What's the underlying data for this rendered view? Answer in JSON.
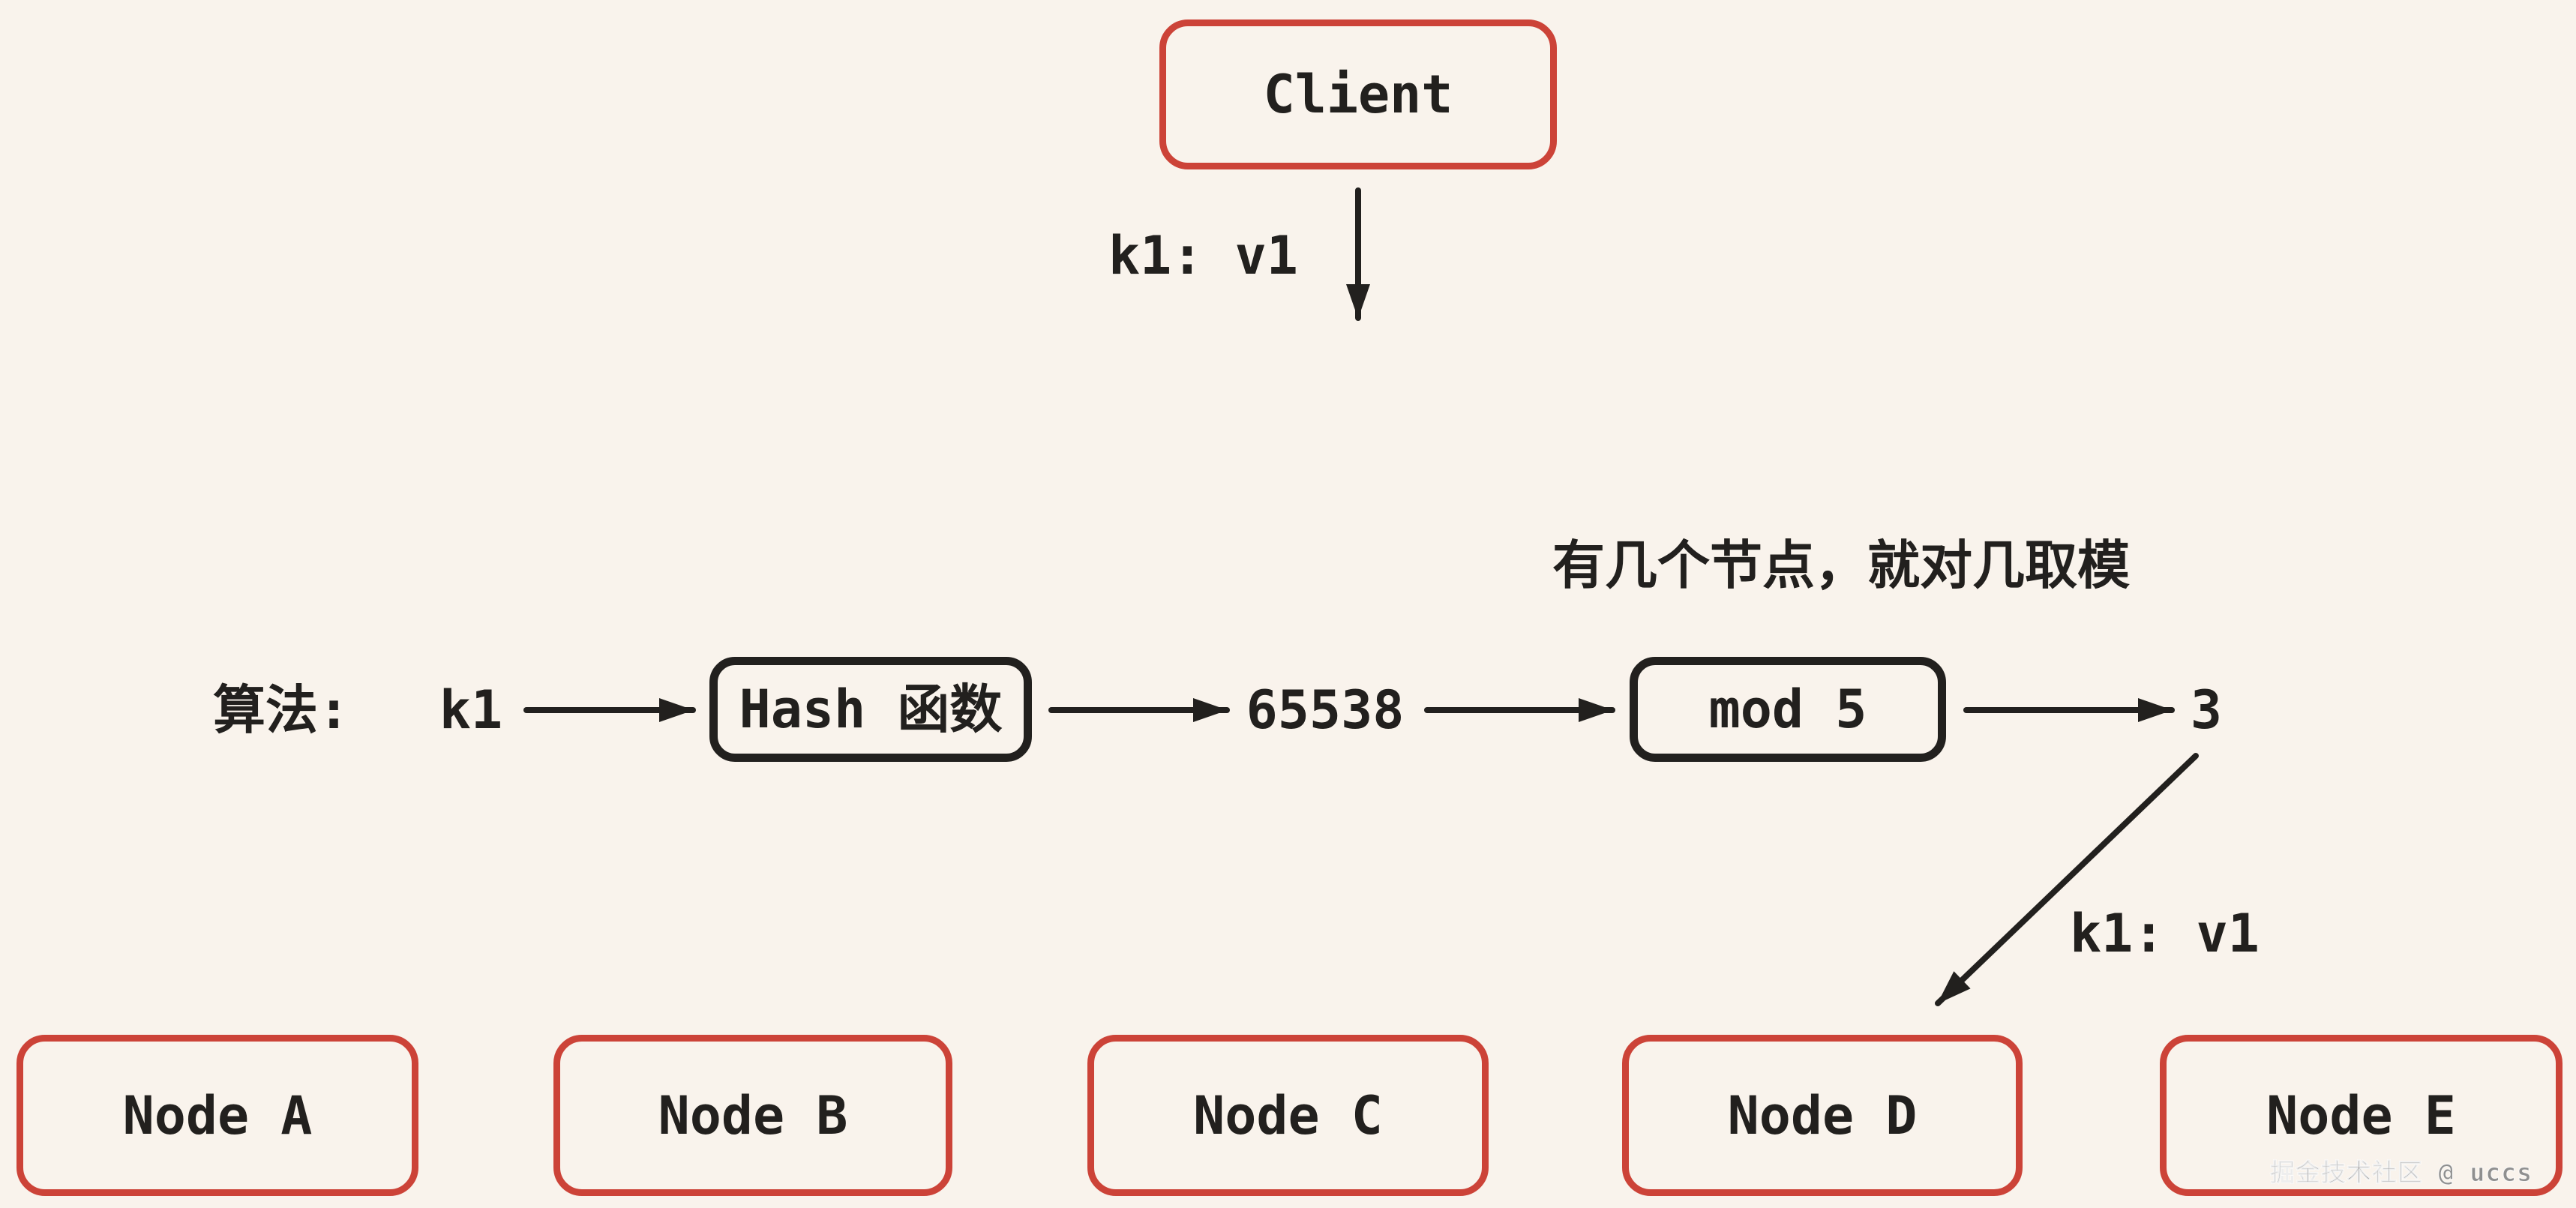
{
  "colors": {
    "background": "#F9F3EC",
    "box_red": "#CC4338",
    "ink": "#22201E",
    "watermark_gray": "#8F8F8F"
  },
  "diagram": {
    "client_label": "Client",
    "request_label_top": "k1: v1",
    "annotation": "有几个节点，就对几取模",
    "algorithm_label": "算法:",
    "flow": {
      "key": "k1",
      "hash_box": "Hash 函数",
      "hash_value": "65538",
      "mod_box": "mod 5",
      "mod_result": "3"
    },
    "request_label_bottom": "k1: v1",
    "nodes": [
      {
        "label": "Node A"
      },
      {
        "label": "Node B"
      },
      {
        "label": "Node C"
      },
      {
        "label": "Node D"
      },
      {
        "label": "Node E"
      }
    ],
    "watermark": "掘金技术社区 @ uccs"
  }
}
